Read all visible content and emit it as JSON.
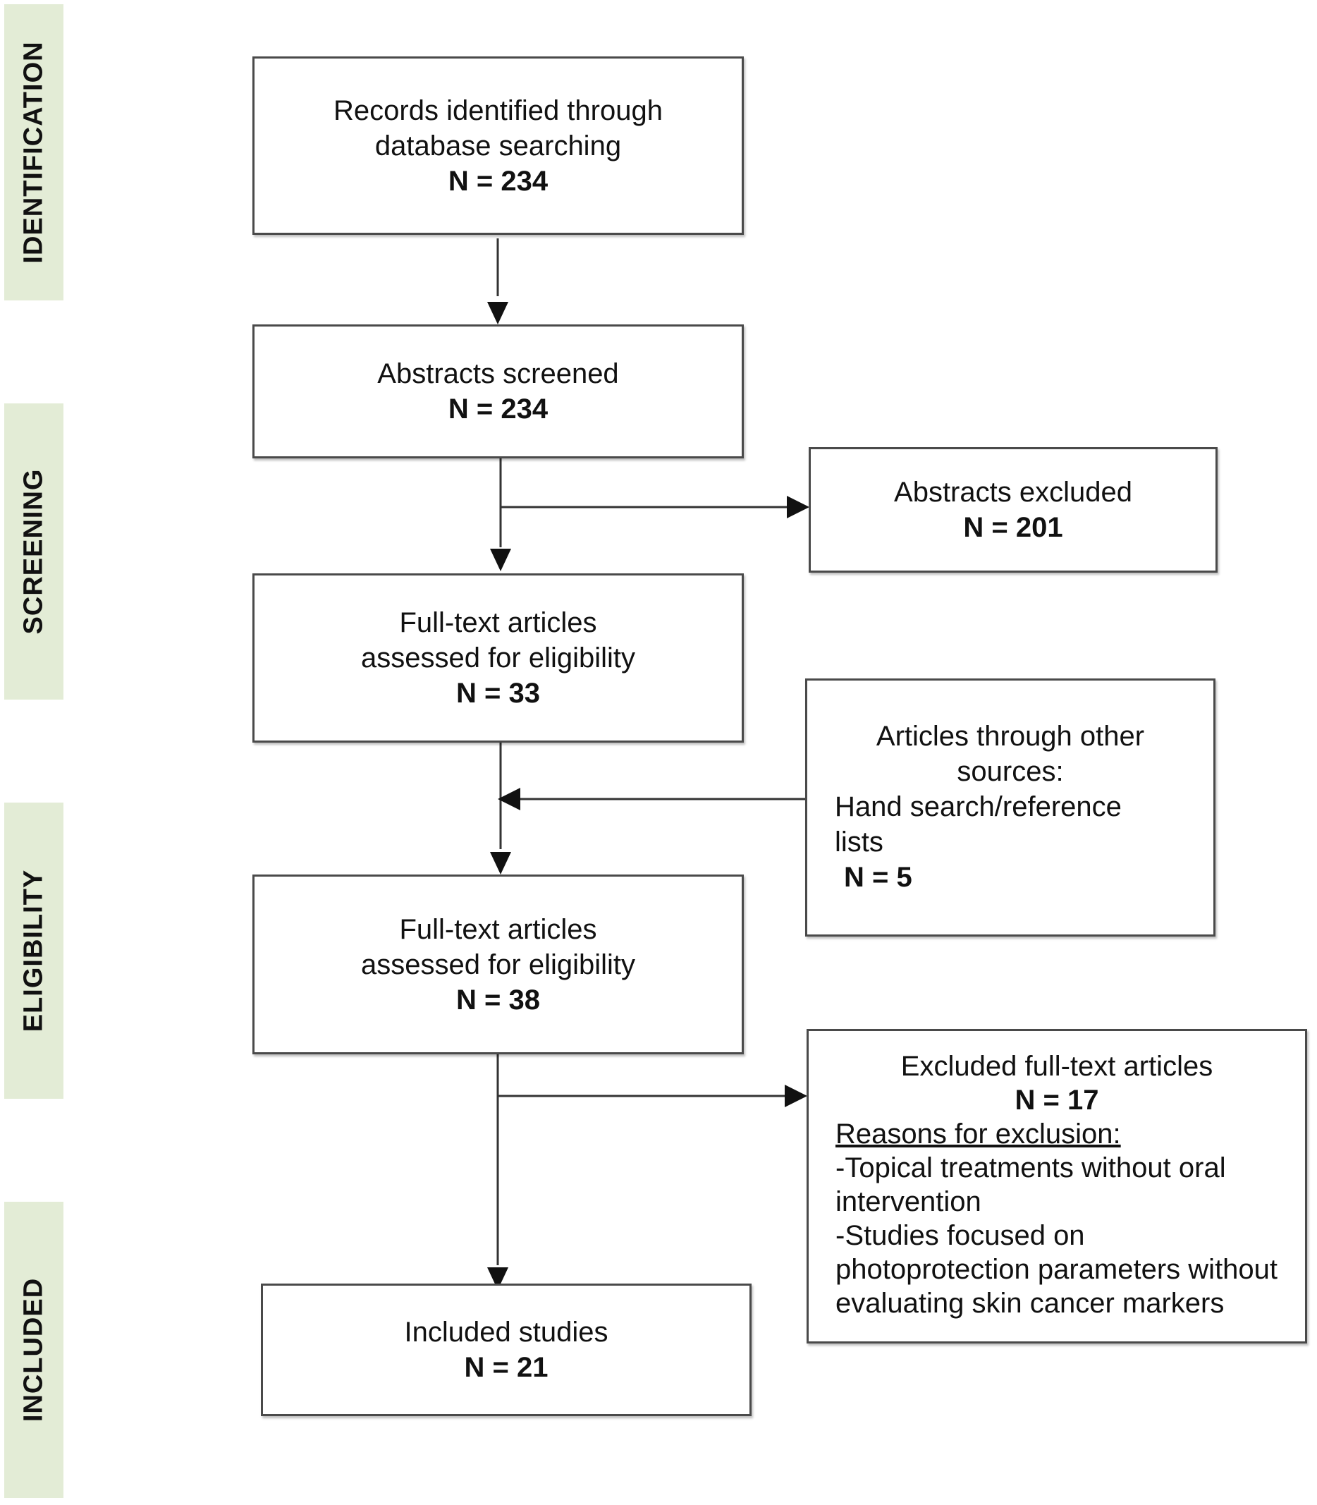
{
  "phases": {
    "identification": "IDENTIFICATION",
    "screening": "SCREENING",
    "eligibility": "ELIGIBILITY",
    "included": "INCLUDED"
  },
  "boxes": {
    "records": {
      "line1": "Records identified through",
      "line2": "database searching",
      "n": "N = 234"
    },
    "abstracts_screened": {
      "line1": "Abstracts screened",
      "n": "N = 234"
    },
    "abstracts_excluded": {
      "line1": "Abstracts excluded",
      "n": "N = 201"
    },
    "fulltext_33": {
      "line1": "Full-text articles",
      "line2": "assessed for eligibility",
      "n": "N = 33"
    },
    "other_sources": {
      "line1": "Articles through other",
      "line2": "sources:",
      "line3": "Hand search/reference",
      "line4": "lists",
      "n": "N = 5"
    },
    "fulltext_38": {
      "line1": "Full-text articles",
      "line2": "assessed for eligibility",
      "n": "N = 38"
    },
    "excluded_fulltext": {
      "line1": "Excluded full-text articles",
      "n": "N = 17",
      "reasons_heading": "Reasons for exclusion:",
      "r1a": "-Topical treatments without oral",
      "r1b": "intervention",
      "r2a": "-Studies focused on",
      "r2b": "photoprotection parameters without",
      "r2c": "evaluating skin cancer markers"
    },
    "included": {
      "line1": "Included studies",
      "n": "N = 21"
    }
  }
}
